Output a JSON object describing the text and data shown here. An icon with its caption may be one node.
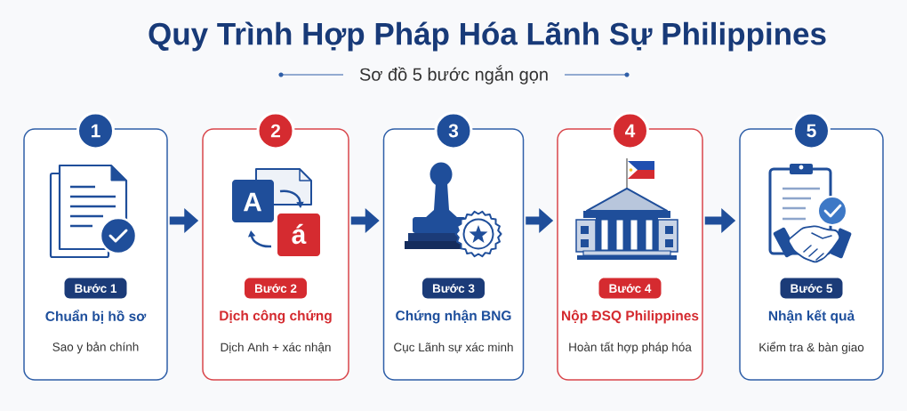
{
  "diagram": {
    "title": "Quy Trình Hợp Pháp Hóa Lãnh Sự Philippines",
    "nodes": [
      {
        "text": [
          "Chuẩn bị hồ sơ",
          "Sao y bản chính"
        ]
      },
      {
        "text": [
          "1"
        ]
      },
      {
        "text": [
          "Bước 1"
        ],
        "in": 0
      },
      {
        "text": [
          "Dịch công chứng",
          "Dịch Anh + xác nhận"
        ]
      },
      {
        "text": [
          "2"
        ]
      },
      {
        "text": [
          "Bước 2"
        ],
        "in": 3
      },
      {
        "text": [
          "Chứng nhận BNG",
          "Cục Lãnh sự xác minh"
        ]
      },
      {
        "text": [
          "3"
        ]
      },
      {
        "text": [
          "Bước 3"
        ],
        "in": 6
      },
      {
        "text": [
          "Nộp ĐSQ Philippines",
          "Hoàn tất hợp pháp hóa"
        ]
      },
      {
        "text": [
          "4"
        ]
      },
      {
        "text": [
          "Bước 4"
        ],
        "in": 9
      },
      {
        "text": [
          "Nhận kết quả",
          "Kiểm tra & bàn giao"
        ]
      },
      {
        "text": [
          "5"
        ]
      },
      {
        "text": [
          "Bước 5"
        ],
        "in": 12
      }
    ],
    "edges": [
      {
        "from": 0,
        "to": 3,
        "arrow": "to"
      },
      {
        "from": 3,
        "to": 6,
        "arrow": "to"
      },
      {
        "from": 6,
        "to": 9,
        "arrow": "to"
      },
      {
        "from": 9,
        "to": 12,
        "arrow": "to"
      }
    ],
    "labels": [
      "Sơ đồ 5 bước ngắn gọn",
      "A",
      "á"
    ]
  }
}
